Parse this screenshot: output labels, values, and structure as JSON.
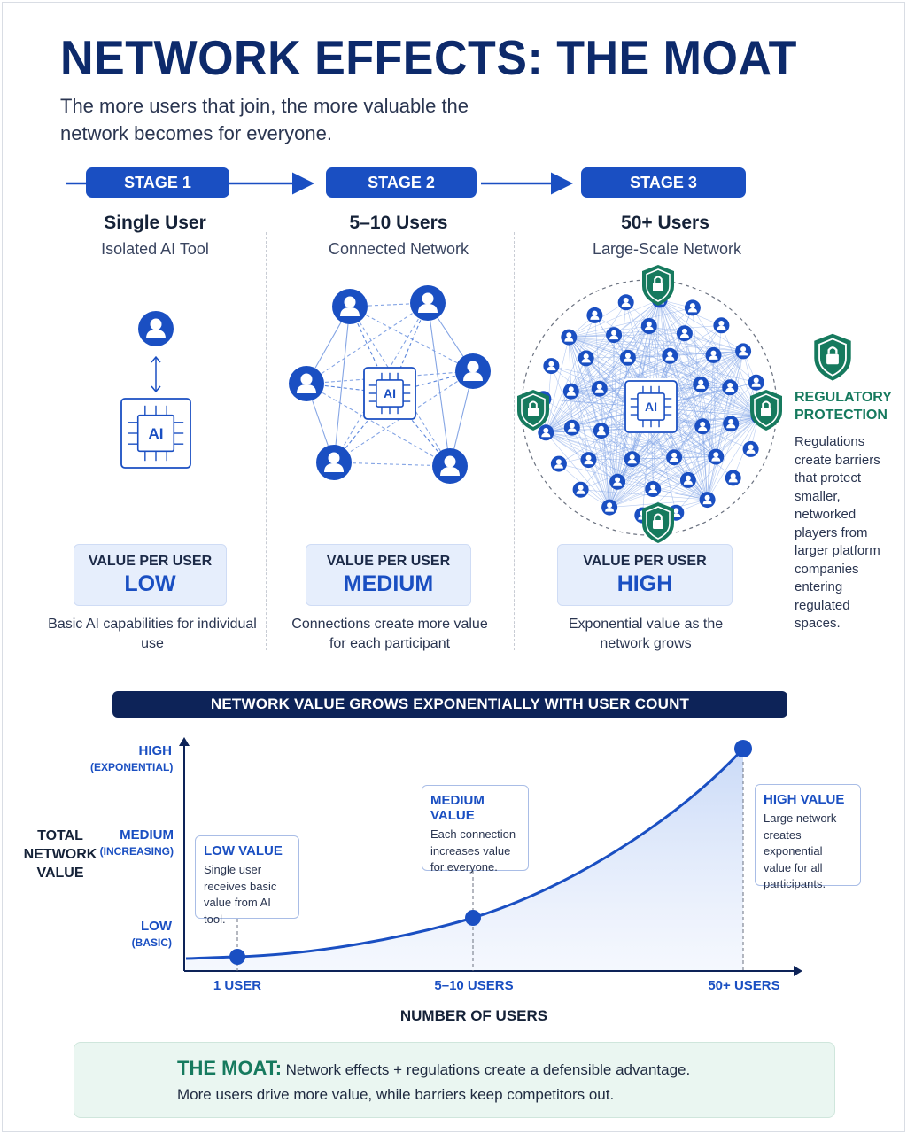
{
  "header": {
    "title": "NETWORK EFFECTS: THE MOAT",
    "subtitle": "The more users that join, the more valuable the network becomes for everyone."
  },
  "stages": [
    {
      "pill": "STAGE 1",
      "heading": "Single User",
      "subheading": "Isolated AI Tool",
      "value_label": "VALUE PER USER",
      "value": "LOW",
      "description": "Basic AI capabilities for individual use"
    },
    {
      "pill": "STAGE 2",
      "heading": "5–10 Users",
      "subheading": "Connected Network",
      "value_label": "VALUE PER USER",
      "value": "MEDIUM",
      "description": "Connections create more value for each participant"
    },
    {
      "pill": "STAGE 3",
      "heading": "50+ Users",
      "subheading": "Large-Scale Network",
      "value_label": "VALUE PER USER",
      "value": "HIGH",
      "description": "Exponential value as the network grows"
    }
  ],
  "ai_chip_label": "AI",
  "regulatory": {
    "title": "REGULATORY PROTECTION",
    "text": "Regulations create barriers that protect smaller, networked players from larger platform companies entering regulated spaces."
  },
  "chart_data": {
    "type": "area",
    "title": "NETWORK VALUE GROWS EXPONENTIALLY WITH USER COUNT",
    "xlabel": "NUMBER OF USERS",
    "ylabel": "TOTAL NETWORK VALUE",
    "x_ticks": [
      "1 USER",
      "5–10 USERS",
      "50+ USERS"
    ],
    "y_ticks": [
      {
        "label": "LOW",
        "sub": "(BASIC)"
      },
      {
        "label": "MEDIUM",
        "sub": "(INCREASING)"
      },
      {
        "label": "HIGH",
        "sub": "(EXPONENTIAL)"
      }
    ],
    "points": [
      {
        "x": "1 USER",
        "y": "LOW"
      },
      {
        "x": "5–10 USERS",
        "y": "MEDIUM"
      },
      {
        "x": "50+ USERS",
        "y": "HIGH"
      }
    ],
    "annotations": [
      {
        "title": "LOW VALUE",
        "text": "Single user receives basic value from AI tool."
      },
      {
        "title": "MEDIUM VALUE",
        "text": "Each connection increases value for everyone."
      },
      {
        "title": "HIGH VALUE",
        "text": "Large network creates exponential value for all participants."
      }
    ],
    "colors": {
      "line": "#1a4fc2",
      "fill": "#dce7fb"
    }
  },
  "moat": {
    "title": "THE MOAT:",
    "line1": "Network effects + regulations create a defensible advantage.",
    "line2": "More users drive more value, while barriers keep competitors out."
  },
  "colors": {
    "primary": "#1a4fc2",
    "navy": "#0d2358",
    "green": "#167a5e"
  },
  "icons": [
    "user-icon",
    "ai-chip-icon",
    "shield-lock-icon",
    "arrow-right-icon"
  ]
}
